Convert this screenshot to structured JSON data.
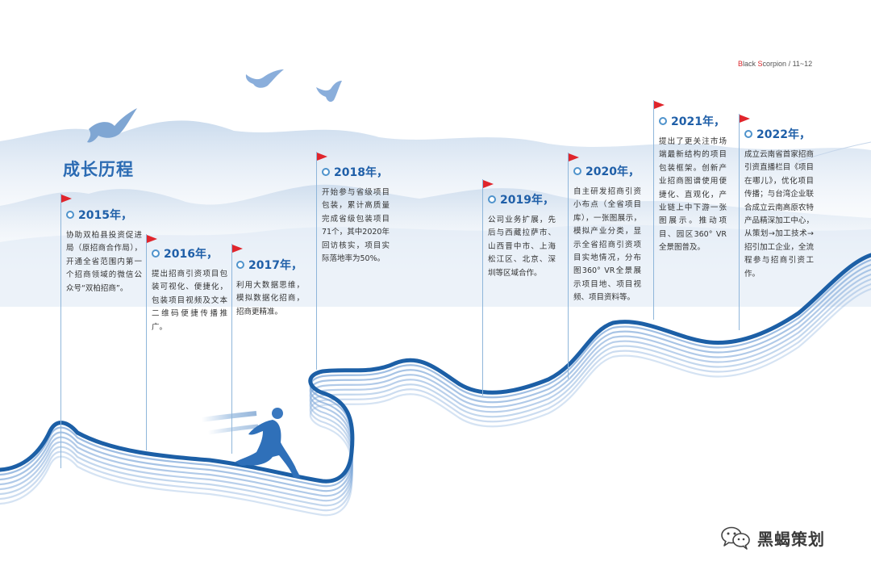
{
  "header": {
    "brand_accent": "B",
    "brand_rest": "lack ",
    "brand_accent2": "S",
    "brand_rest2": "corpion",
    "page_label": " / 11~12"
  },
  "title": "成长历程",
  "milestones": [
    {
      "year": "2015年，",
      "text": "协助双柏县投资促进局（原招商合作局），开通全省范围内第一个招商领域的微信公众号“双柏招商”。"
    },
    {
      "year": "2016年，",
      "text": "提出招商引资项目包装可视化、便捷化，包装项目视频及文本二维码便捷传播推广。"
    },
    {
      "year": "2017年，",
      "text": "利用大数据思维，模拟数据化招商，招商更精准。"
    },
    {
      "year": "2018年，",
      "text": "开始参与省级项目包装，累计高质量完成省级包装项目71个，其中2020年回访核实，项目实际落地率为50%。"
    },
    {
      "year": "2019年，",
      "text": "公司业务扩展，先后与西藏拉萨市、山西晋中市、上海松江区、北京、深圳等区域合作。"
    },
    {
      "year": "2020年，",
      "text": "自主研发招商引资小布点（全省项目库），一张图展示，模拟产业分类，显示全省招商引资项目实地情况，分布图360° VR全景展示项目地、项目视频、项目资料等。"
    },
    {
      "year": "2021年，",
      "text": "提出了更关注市场端最新结构的项目包装框架。创新产业招商图谱使用便捷化、直观化，产业链上中下游一张图展示。推动项目、园区360° VR全景图普及。"
    },
    {
      "year": "2022年，",
      "text": "成立云南省首家招商引资直播栏目《项目在哪儿》，优化项目传播；与台湾企业联合成立云南高原农特产品精深加工中心，从策划→加工技术→招引加工企业，全流程参与招商引资工作。"
    }
  ],
  "watermark": {
    "text": "黑蝎策划",
    "icon": "wechat-icon"
  },
  "colors": {
    "title_blue": "#2b6bb3",
    "year_blue": "#1f5fa8",
    "ribbon_dark": "#1c5fa6",
    "flag_red": "#e0252c",
    "mountain": "#c9d9ec"
  },
  "decor": {
    "birds": 3,
    "runner": "runner-silhouette",
    "ribbon_lines": 8
  }
}
